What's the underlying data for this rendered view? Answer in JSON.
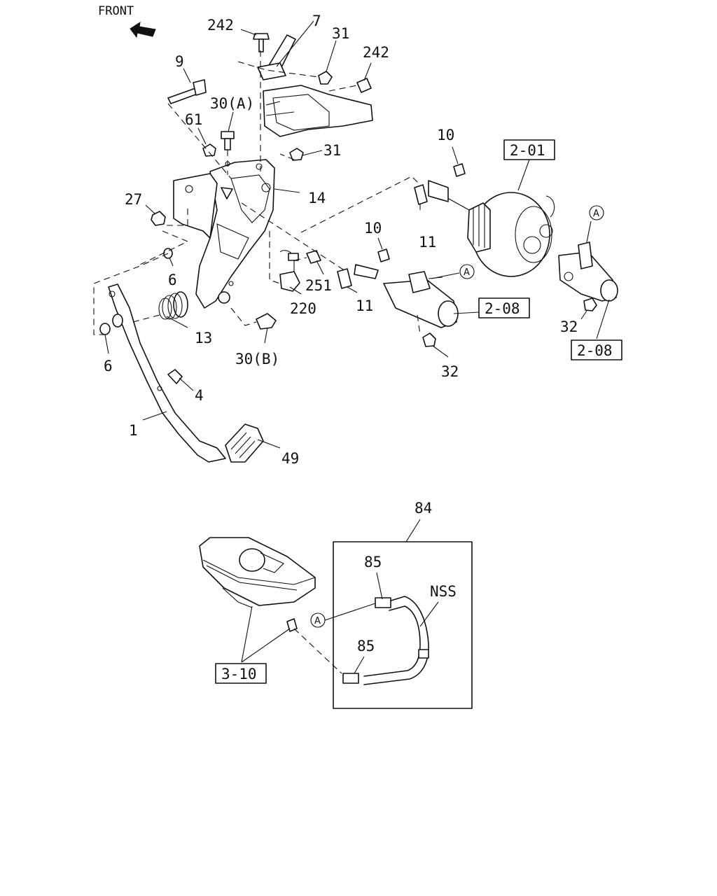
{
  "header": {
    "front_label": "FRONT"
  },
  "callouts": {
    "c1": "1",
    "c4": "4",
    "c6a": "6",
    "c6b": "6",
    "c7": "7",
    "c9": "9",
    "c10a": "10",
    "c10b": "10",
    "c11a": "11",
    "c11b": "11",
    "c13": "13",
    "c14": "14",
    "c27": "27",
    "c30a": "30(A)",
    "c30b": "30(B)",
    "c31a": "31",
    "c31b": "31",
    "c32a": "32",
    "c32b": "32",
    "c49": "49",
    "c61": "61",
    "c220": "220",
    "c242a": "242",
    "c242b": "242",
    "c251": "251",
    "c84": "84",
    "c85a": "85",
    "c85b": "85",
    "nss": "NSS"
  },
  "boxed_refs": {
    "r201": "2-01",
    "r208a": "2-08",
    "r208b": "2-08",
    "r310": "3-10"
  },
  "circle_refs": {
    "a1": "A",
    "a2": "A",
    "a3": "A"
  }
}
